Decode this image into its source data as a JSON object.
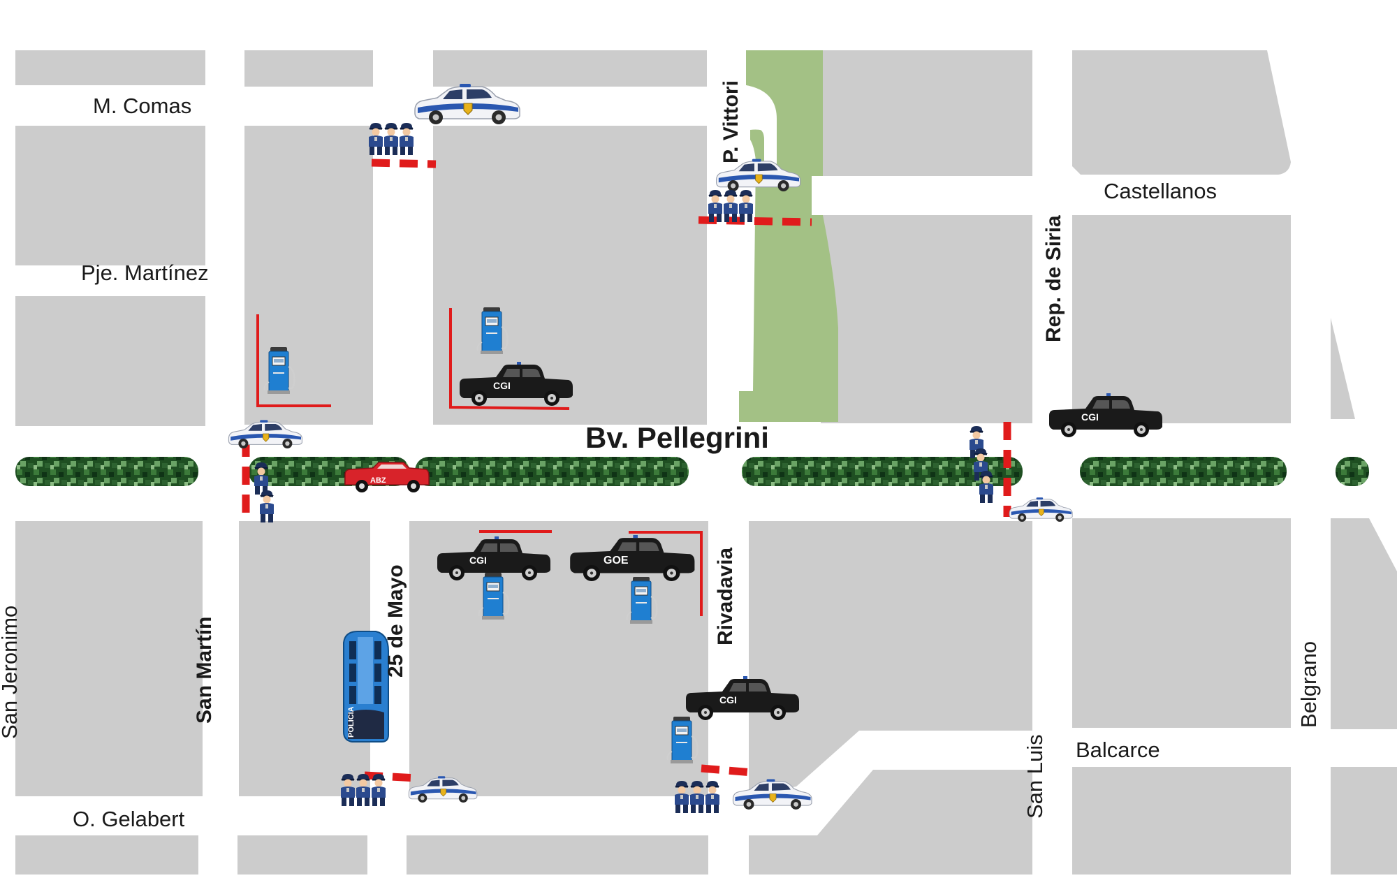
{
  "map": {
    "title": "Bv. Pellegrini",
    "streets": {
      "m_comas": "M. Comas",
      "pje_martinez": "Pje. Martínez",
      "o_gelabert": "O. Gelabert",
      "castellanos": "Castellanos",
      "balcarce": "Balcarce",
      "p_vittori": "P. Vittori",
      "rep_de_siria": "Rep. de Siria",
      "san_jeronimo": "San Jeronimo",
      "san_martin": "San Martín",
      "veinticinco_de_mayo": "25 de Mayo",
      "rivadavia": "Rivadavia",
      "san_luis": "San Luis",
      "belgrano": "Belgrano"
    },
    "vehicle_labels": {
      "cgi": "CGI",
      "goe": "GOE",
      "abz": "ABZ",
      "bus": "POLICIA"
    },
    "colors": {
      "block": "#cccccc",
      "park": "#a3c185",
      "barrier": "#e01b1b",
      "police_blue": "#1e4f9c",
      "truck_black": "#1a1a1a",
      "pump_blue": "#1f7fd1",
      "abz_red": "#d8232a",
      "bus_blue": "#2a7fd0"
    }
  }
}
